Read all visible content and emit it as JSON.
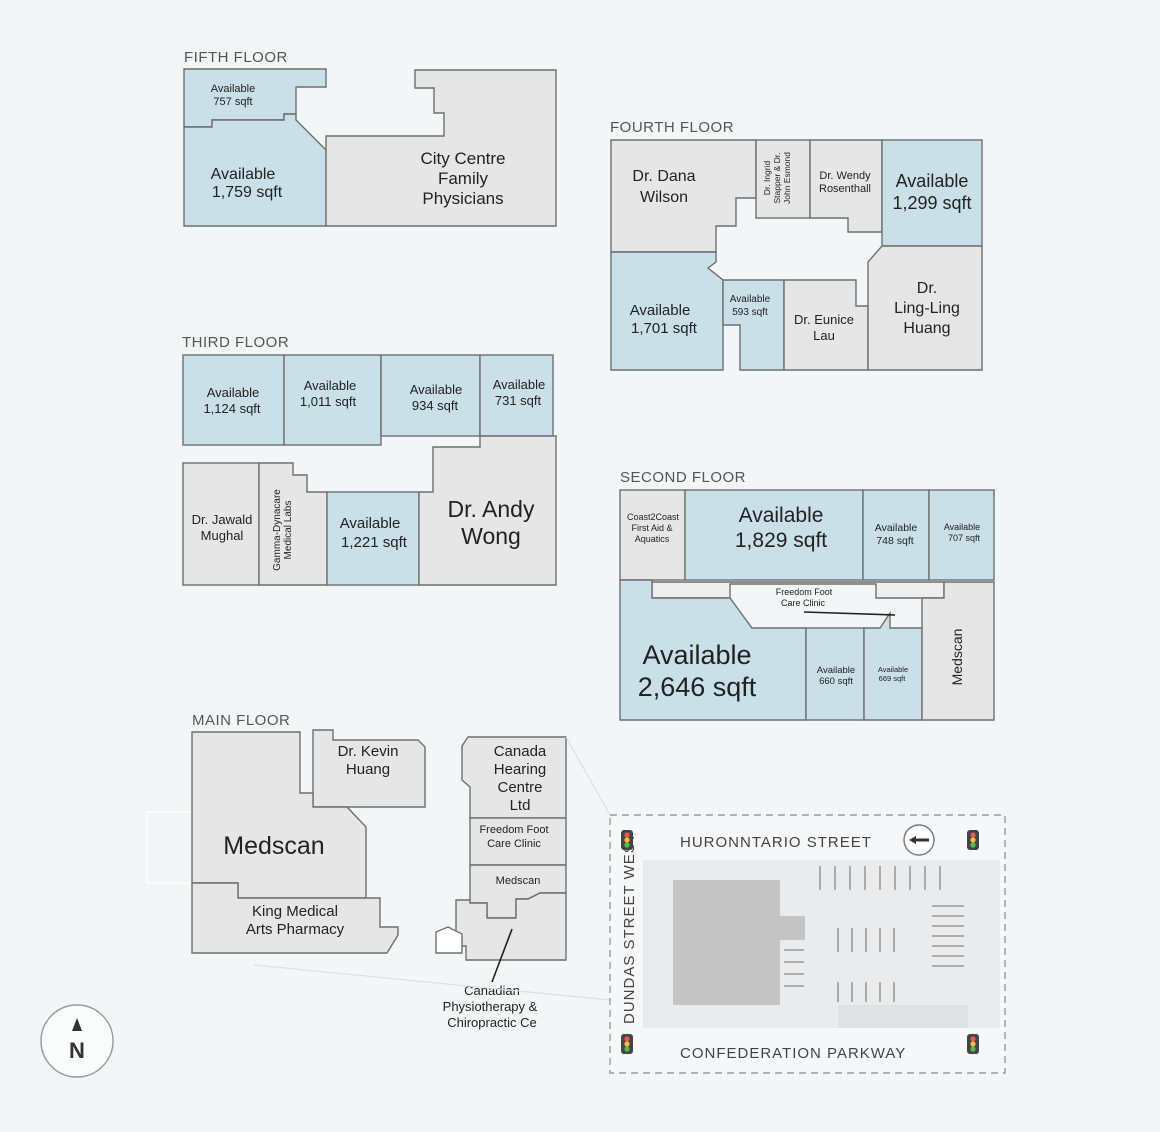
{
  "floors": {
    "fifth": {
      "title": "FIFTH FLOOR",
      "units": [
        {
          "line1": "Available",
          "line2": "757 sqft"
        },
        {
          "line1": "Available",
          "line2": "1,759 sqft"
        },
        {
          "line1": "City Centre",
          "line2": "Family",
          "line3": "Physicians"
        }
      ]
    },
    "fourth": {
      "title": "FOURTH FLOOR",
      "units": [
        {
          "line1": "Dr. Dana",
          "line2": "Wilson"
        },
        {
          "line1": "Dr. Ingrid",
          "line2": "Stapper & Dr.",
          "line3": "John Esmond"
        },
        {
          "line1": "Dr. Wendy",
          "line2": "Rosenthall"
        },
        {
          "line1": "Available",
          "line2": "1,299 sqft"
        },
        {
          "line1": "Available",
          "line2": "1,701 sqft"
        },
        {
          "line1": "Available",
          "line2": "593 sqft"
        },
        {
          "line1": "Dr. Eunice",
          "line2": "Lau"
        },
        {
          "line1": "Dr.",
          "line2": "Ling-Ling",
          "line3": "Huang"
        }
      ]
    },
    "third": {
      "title": "THIRD FLOOR",
      "units": [
        {
          "line1": "Available",
          "line2": "1,124 sqft"
        },
        {
          "line1": "Available",
          "line2": "1,011 sqft"
        },
        {
          "line1": "Available",
          "line2": "934 sqft"
        },
        {
          "line1": "Available",
          "line2": "731 sqft"
        },
        {
          "line1": "Dr. Jawald",
          "line2": "Mughal"
        },
        {
          "line1": "Gamma-Dynacare",
          "line2": "Medical Labs"
        },
        {
          "line1": "Available",
          "line2": "1,221 sqft"
        },
        {
          "line1": "Dr. Andy",
          "line2": "Wong"
        }
      ]
    },
    "second": {
      "title": "SECOND FLOOR",
      "units": [
        {
          "line1": "Coast2Coast",
          "line2": "First Aid &",
          "line3": "Aquatics"
        },
        {
          "line1": "Available",
          "line2": "1,829 sqft"
        },
        {
          "line1": "Available",
          "line2": "748 sqft"
        },
        {
          "line1": "Available",
          "line2": "707 sqft"
        },
        {
          "line1": "Freedom Foot",
          "line2": "Care Clinic"
        },
        {
          "line1": "Available",
          "line2": "2,646 sqft"
        },
        {
          "line1": "Available",
          "line2": "660 sqft"
        },
        {
          "line1": "Available",
          "line2": "669 sqft"
        },
        {
          "line1": "Medscan"
        }
      ]
    },
    "main": {
      "title": "MAIN FLOOR",
      "units": [
        {
          "line1": "Dr. Kevin",
          "line2": "Huang"
        },
        {
          "line1": "Medscan"
        },
        {
          "line1": "King Medical",
          "line2": "Arts Pharmacy"
        },
        {
          "line1": "Canada",
          "line2": "Hearing",
          "line3": "Centre",
          "line4": "Ltd"
        },
        {
          "line1": "Freedom Foot",
          "line2": "Care Clinic"
        },
        {
          "line1": "Medscan"
        },
        {
          "line1": "Canadian",
          "line2": "Physiotherapy &",
          "line3": "Chiropractic Ce"
        }
      ]
    }
  },
  "site": {
    "north_street": "HURONNTARIO STREET",
    "south_street": "CONFEDERATION PARKWAY",
    "west_street": "DUNDAS STREET WEST"
  },
  "compass": {
    "label": "N"
  },
  "icons": {
    "compass": "north-arrow-icon",
    "traffic_light": "traffic-light-icon",
    "direction": "direction-arrow-icon"
  },
  "colors": {
    "available": "#c9e0e8",
    "occupied": "#e6e6e6",
    "outline": "#6f6f6f",
    "background": "#f3f6f7"
  }
}
